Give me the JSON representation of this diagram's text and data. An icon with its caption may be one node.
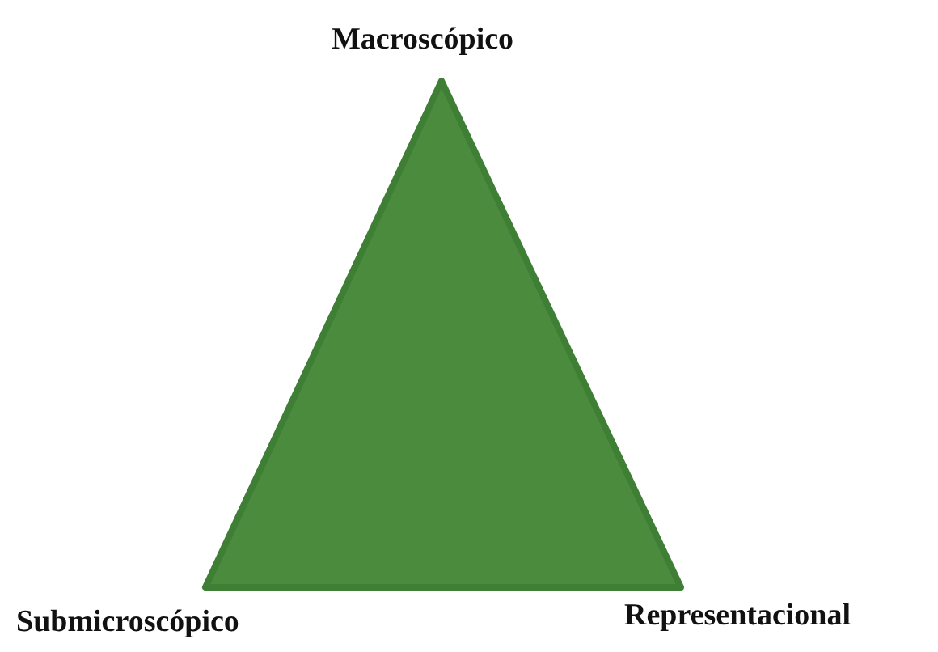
{
  "diagram": {
    "labels": [
      "Macroscópico",
      "Submicroscópico",
      "Representacional"
    ]
  }
}
